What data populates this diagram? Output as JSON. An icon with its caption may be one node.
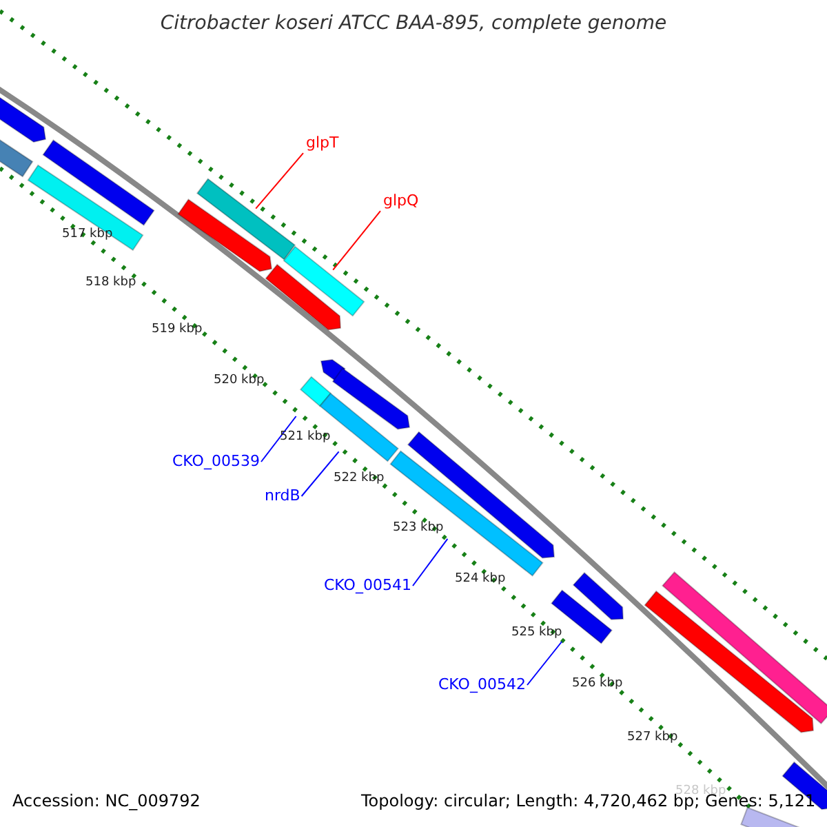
{
  "diagram": {
    "title": "Citrobacter koseri ATCC BAA-895, complete genome",
    "nodes": [
      {
        "text": [],
        "shape": "arrow"
      },
      {
        "text": [],
        "shape": "bar"
      },
      {
        "text": [],
        "shape": "bar"
      },
      {
        "text": [],
        "shape": "bar"
      },
      {
        "text": [
          "glpT"
        ]
      },
      {
        "text": [],
        "shape": "bar"
      },
      {
        "text": [],
        "shape": "arrow"
      },
      {
        "text": [
          "glpQ"
        ]
      },
      {
        "text": [],
        "shape": "bar"
      },
      {
        "text": [],
        "shape": "arrow"
      },
      {
        "text": [],
        "shape": "arrow"
      },
      {
        "text": [],
        "shape": "arrow"
      },
      {
        "text": [],
        "shape": "bar"
      },
      {
        "text": [],
        "shape": "bar"
      },
      {
        "text": [
          "CKO_00539"
        ]
      },
      {
        "text": [],
        "shape": "arrow"
      },
      {
        "text": [
          "nrdB"
        ]
      },
      {
        "text": [],
        "shape": "bar"
      },
      {
        "text": [],
        "shape": "bar"
      },
      {
        "text": [],
        "shape": "arrow"
      },
      {
        "text": [
          "CKO_00541"
        ]
      },
      {
        "text": [],
        "shape": "arrow"
      },
      {
        "text": [],
        "shape": "bar"
      },
      {
        "text": [
          "CKO_00542"
        ]
      },
      {
        "text": [],
        "shape": "arrow"
      },
      {
        "text": [],
        "shape": "arrow"
      }
    ],
    "edges": [
      {
        "from": 4,
        "to": 5,
        "arrow": "none",
        "color": "#ff0000"
      },
      {
        "from": 7,
        "to": 8,
        "arrow": "none",
        "color": "#ff0000"
      },
      {
        "from": 14,
        "to": 12,
        "arrow": "none"
      },
      {
        "from": 16,
        "to": 13,
        "arrow": "none"
      },
      {
        "from": 20,
        "to": 17,
        "arrow": "none"
      },
      {
        "from": 23,
        "to": 22,
        "arrow": "none"
      }
    ],
    "labels": [
      "517 kbp",
      "518 kbp",
      "519 kbp",
      "520 kbp",
      "521 kbp",
      "522 kbp",
      "523 kbp",
      "524 kbp",
      "525 kbp",
      "526 kbp",
      "527 kbp",
      "528 kbp",
      "Accession: NC_009792",
      "Topology: circular; Length: 4,720,462 bp; Genes: 5,121"
    ]
  }
}
